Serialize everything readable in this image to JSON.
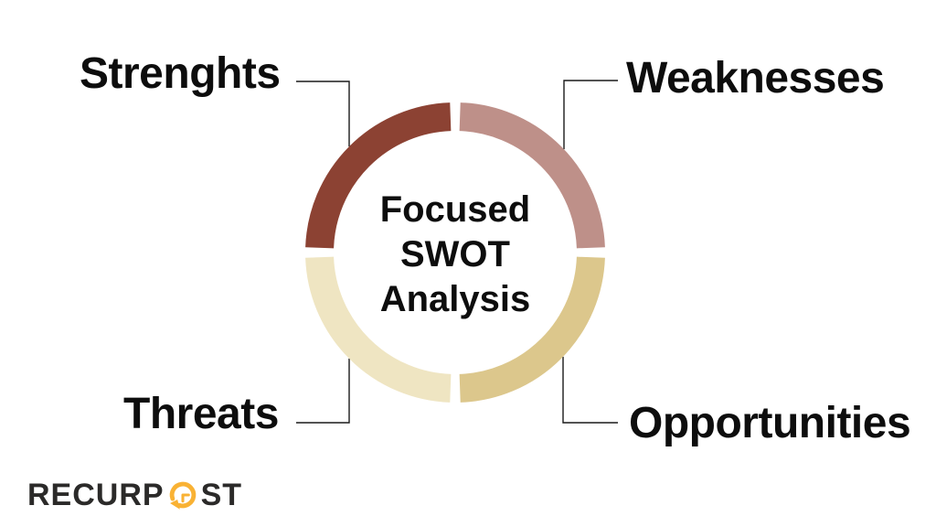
{
  "diagram": {
    "center_title": "Focused\nSWOT\nAnalysis",
    "segments": [
      {
        "id": "strengths",
        "label": "Strenghts",
        "color": "#8C4233",
        "position": "top-left"
      },
      {
        "id": "weaknesses",
        "label": "Weaknesses",
        "color": "#BE9089",
        "position": "top-right"
      },
      {
        "id": "opportunities",
        "label": "Opportunities",
        "color": "#DCC78C",
        "position": "bottom-right"
      },
      {
        "id": "threats",
        "label": "Threats",
        "color": "#EFE5C2",
        "position": "bottom-left"
      }
    ],
    "connector_color": "#1a1a1a",
    "background_color": "#ffffff",
    "label_color": "#0d0d0d"
  },
  "logo": {
    "text_before": "RECURP",
    "text_after": "ST",
    "text_color": "#2b2a29",
    "clock_color": "#F9B234",
    "clock_icon": "clock-history-icon"
  }
}
